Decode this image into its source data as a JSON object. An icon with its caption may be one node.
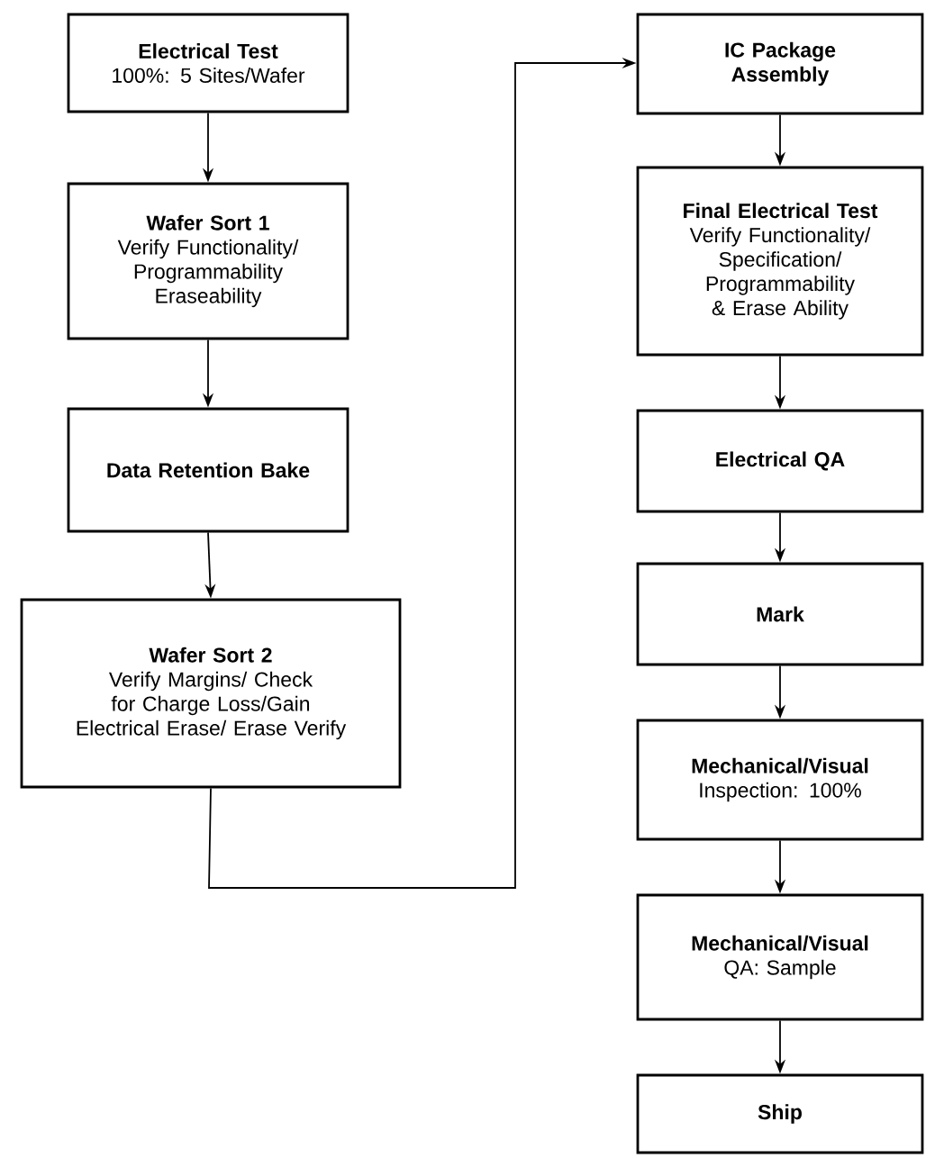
{
  "diagram": {
    "nodes": [
      {
        "text": [
          "Electrical Test",
          "100%: 5 Sites/Wafer"
        ]
      },
      {
        "text": [
          "Wafer Sort 1",
          "Verify Functionality/ Programmability Eraseability"
        ]
      },
      {
        "text": [
          "Data Retention Bake"
        ]
      },
      {
        "text": [
          "Wafer Sort 2",
          "Verify Margins/ Check for Charge Loss/Gain Electrical Erase/ Erase Verify"
        ]
      },
      {
        "text": [
          "IC Package Assembly"
        ]
      },
      {
        "text": [
          "Final Electrical Test",
          "Verify Functionality/ Specification/ Programmability & Erase Ability"
        ]
      },
      {
        "text": [
          "Electrical QA"
        ]
      },
      {
        "text": [
          "Mark"
        ]
      },
      {
        "text": [
          "Mechanical/Visual",
          "Inspection: 100%"
        ]
      },
      {
        "text": [
          "Mechanical/Visual",
          "QA: Sample"
        ]
      },
      {
        "text": [
          "Ship"
        ]
      }
    ],
    "edges": [
      {
        "from": 0,
        "to": 1,
        "arrow": "to"
      },
      {
        "from": 1,
        "to": 2,
        "arrow": "to"
      },
      {
        "from": 2,
        "to": 3,
        "arrow": "to"
      },
      {
        "from": 3,
        "to": 4,
        "arrow": "to"
      },
      {
        "from": 4,
        "to": 5,
        "arrow": "to"
      },
      {
        "from": 5,
        "to": 6,
        "arrow": "to"
      },
      {
        "from": 6,
        "to": 7,
        "arrow": "to"
      },
      {
        "from": 7,
        "to": 8,
        "arrow": "to"
      },
      {
        "from": 8,
        "to": 9,
        "arrow": "to"
      },
      {
        "from": 9,
        "to": 10,
        "arrow": "to"
      }
    ]
  }
}
